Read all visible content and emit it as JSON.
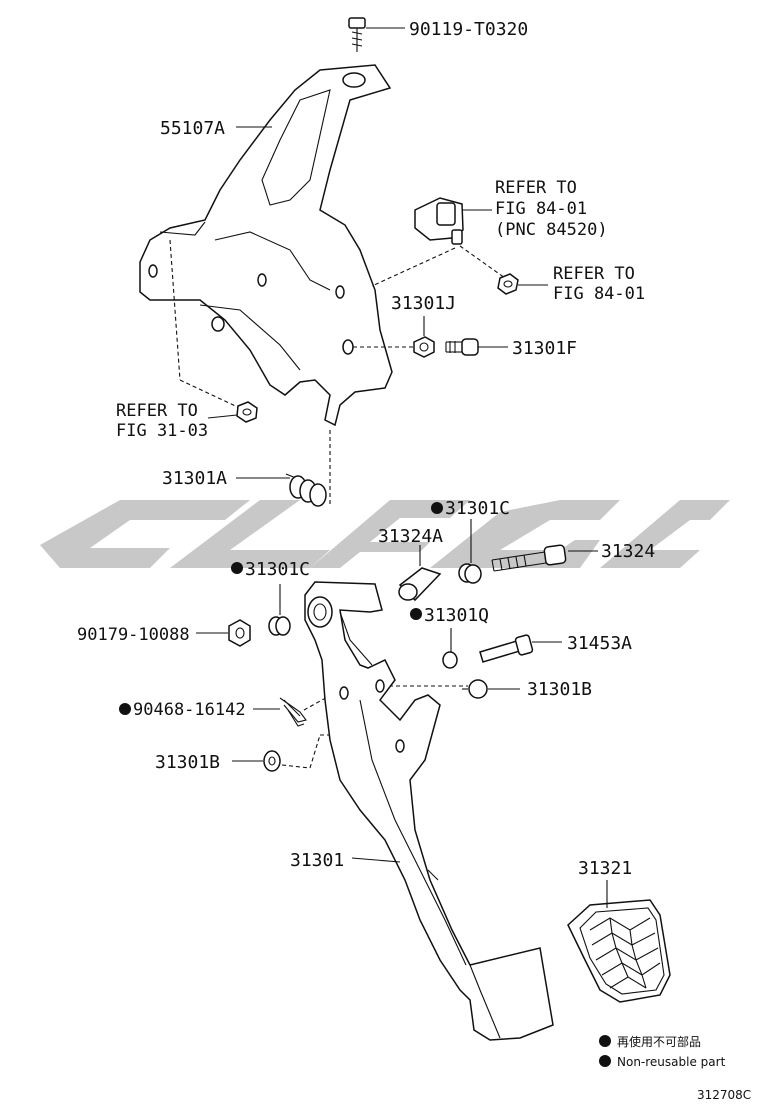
{
  "labels": {
    "bolt_top": "90119-T0320",
    "bracket": "55107A",
    "refer_switch_1": "REFER TO",
    "refer_switch_2": "FIG 84-01",
    "refer_switch_3": "(PNC 84520)",
    "refer_nut_1": "REFER TO",
    "refer_nut_2": "FIG 84-01",
    "part_31301J": "31301J",
    "part_31301F": "31301F",
    "refer_left_1": "REFER TO",
    "refer_left_2": "FIG 31-03",
    "part_31301A": "31301A",
    "part_31301C_right": "31301C",
    "part_31324A": "31324A",
    "part_31324": "31324",
    "part_31301C_left": "31301C",
    "part_31301Q": "31301Q",
    "part_90179": "90179-10088",
    "part_31453A": "31453A",
    "part_31301B_right": "31301B",
    "part_90468": "90468-16142",
    "part_31301B_left": "31301B",
    "part_31301": "31301",
    "part_31321": "31321"
  },
  "legend": {
    "jp": "再使用不可部品",
    "en": "Non-reusable part"
  },
  "figure_code": "312708C"
}
